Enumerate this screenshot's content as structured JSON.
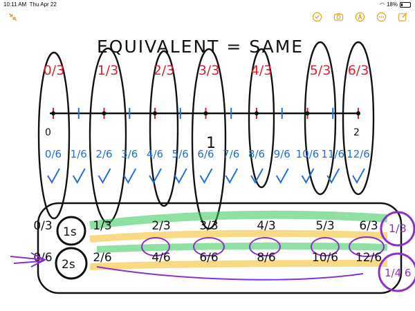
{
  "status_bar": {
    "time": "10:11 AM",
    "date": "Thu Apr 22",
    "battery": "18%"
  },
  "toolbar": {
    "icons": [
      "collapse-icon",
      "markup-check-icon",
      "camera-icon",
      "accessibility-a-icon",
      "more-icon",
      "compose-icon"
    ]
  },
  "colors": {
    "accent": "#e3a51d",
    "red": "#e0212b",
    "blue": "#1f6fd6",
    "purple": "#8b2fc9",
    "green": "#34c759",
    "yellow": "#f2c230"
  },
  "note": {
    "title": "EQUIVALENT = SAME",
    "thirds_top": [
      "0/3",
      "1/3",
      "2/3",
      "3/3",
      "4/3",
      "5/3",
      "6/3"
    ],
    "number_line_labels": [
      "0",
      "1",
      "2"
    ],
    "sixths": [
      "0/6",
      "1/6",
      "2/6",
      "3/6",
      "4/6",
      "5/6",
      "6/6",
      "7/6",
      "8/6",
      "9/6",
      "10/6",
      "11/6",
      "12/6"
    ],
    "table_row_thirds": [
      "0/3",
      "1/3",
      "2/3",
      "3/3",
      "4/3",
      "5/3",
      "6/3"
    ],
    "table_row_sixths": [
      "0/6",
      "2/6",
      "4/6",
      "6/6",
      "8/6",
      "10/6",
      "12/6"
    ],
    "circle_labels": [
      "1s",
      "2s"
    ],
    "right_circles": [
      "1/3",
      "1/4 6"
    ]
  }
}
